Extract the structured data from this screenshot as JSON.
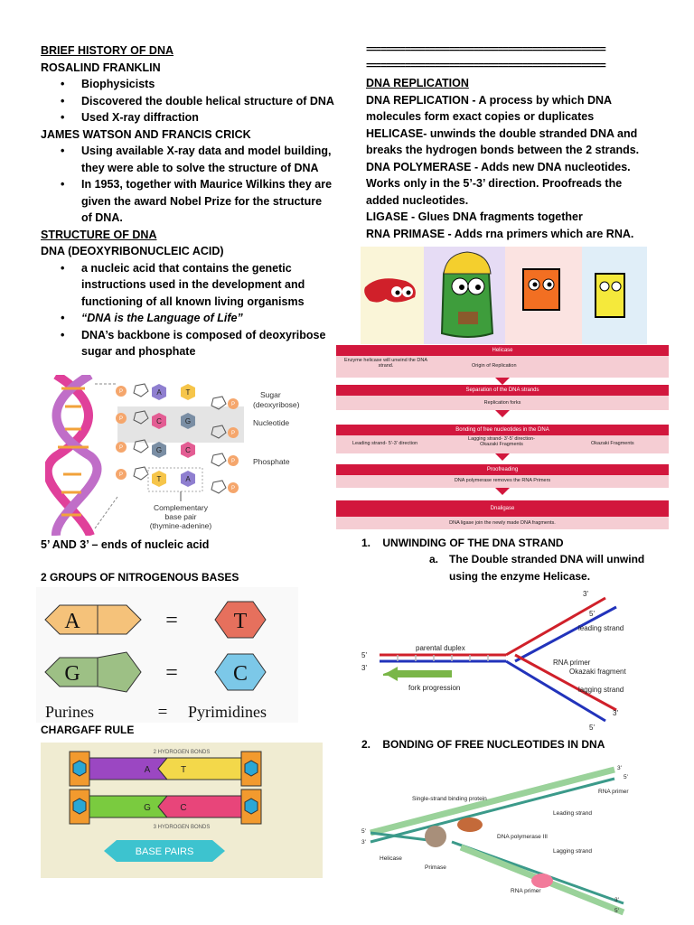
{
  "left": {
    "history_title": "BRIEF HISTORY OF DNA",
    "franklin": "ROSALIND FRANKLIN",
    "franklin_items": [
      "Biophysicists",
      "Discovered the double helical structure of DNA",
      "Used X-ray diffraction"
    ],
    "watson_crick": "JAMES WATSON AND FRANCIS CRICK",
    "wc_items": [
      "Using available X-ray data and model building, they were able to solve the structure of DNA",
      "In 1953, together with Maurice Wilkins they are given the award Nobel Prize for the structure of DNA."
    ],
    "structure_title": "STRUCTURE OF DNA",
    "dna_full": "DNA (DEOXYRIBONUCLEIC ACID)",
    "dna_items": [
      "a nucleic acid that contains the genetic instructions used in the development and functioning of all known living organisms",
      "“DNA is the Language of Life”",
      "DNA’s backbone is composed of deoxyribose sugar and phosphate"
    ],
    "structure_fig": {
      "sugar": "Sugar",
      "sugar_sub": "(deoxyribose)",
      "nucleotide": "Nucleotide",
      "phosphate": "Phosphate",
      "comp1": "Complementary",
      "comp2": "base pair",
      "comp3": "(thymine-adenine)",
      "p": "P",
      "bases": [
        "A",
        "T",
        "C",
        "G",
        "G",
        "C",
        "T",
        "A"
      ]
    },
    "ends": "5’ AND 3’ – ends of nucleic acid",
    "groups_title": "2 GROUPS OF NITROGENOUS BASES",
    "bases_fig": {
      "a": "A",
      "t": "T",
      "g": "G",
      "c": "C",
      "eq": "=",
      "purines": "Purines",
      "pyrimidines": "Pyrimidines"
    },
    "chargaff": "CHARGAFF RULE",
    "chargaff_fig": {
      "two_h": "2 HYDROGEN BONDS",
      "three_h": "3 HYDROGEN BONDS",
      "a": "A",
      "t": "T",
      "g": "G",
      "c": "C",
      "banner": "BASE PAIRS"
    }
  },
  "right": {
    "separator": "=================================================",
    "replication_title": "DNA REPLICATION",
    "replication_term": "DNA REPLICATION",
    "replication_def": " - A process by which DNA molecules form exact copies or duplicates",
    "helicase_term": "HELICASE",
    "helicase_def": "- unwinds the double stranded DNA and breaks the hydrogen bonds between the 2 strands.",
    "polymerase_term": "DNA POLYMERASE",
    "polymerase_def": " - Adds new DNA nucleotides. Works only in the 5’-3’ direction. Proofreads the added nucleotides.",
    "ligase_term": "LIGASE",
    "ligase_def": " - Glues DNA fragments together",
    "primase_term": "RNA PRIMASE",
    "primase_def": " - Adds rna primers which are RNA.",
    "flow": {
      "helicase": "Helicase",
      "helicase_left": "Enzyme helicase will unwind the DNA strand.",
      "helicase_right": "Origin of Replication",
      "separation": "Separation of the DNA strands",
      "forks": "Replication forks",
      "bonding": "Bonding of free nucleotides in the DNA",
      "leading": "Leading strand- 5'-3' direction",
      "lagging": "Lagging strand- 3'-5' direction- Okazaki Fragments",
      "okazaki": "Okazaki Fragments",
      "proofreading": "Proofreading",
      "proof_text": "DNA polymerase removes the RNA Primers",
      "ligase": "Dnaligase",
      "ligase_text": "DNA ligase join the newly made DNA fragments."
    },
    "step1_num": "1.",
    "step1": "UNWINDING OF THE DNA STRAND",
    "step1a_num": "a.",
    "step1a": "The Double stranded DNA will unwind using the enzyme Helicase.",
    "fork_fig": {
      "three": "3'",
      "five": "5'",
      "leading": "leading strand",
      "parental": "parental duplex",
      "rna_primer": "RNA primer",
      "okazaki": "Okazaki fragment",
      "lagging": "lagging strand",
      "fork_prog": "fork progression"
    },
    "step2_num": "2.",
    "step2": "BONDING OF FREE NUCLEOTIDES IN DNA",
    "bond_fig": {
      "three": "3'",
      "five": "5'",
      "rna_primer": "RNA primer",
      "ssb": "Single-strand binding protein",
      "leading": "Leading strand",
      "pol": "DNA polymerase III",
      "lagging": "Lagging strand",
      "helicase": "Helicase",
      "primase": "Primase",
      "rna_primer2": "RNA primer"
    }
  }
}
